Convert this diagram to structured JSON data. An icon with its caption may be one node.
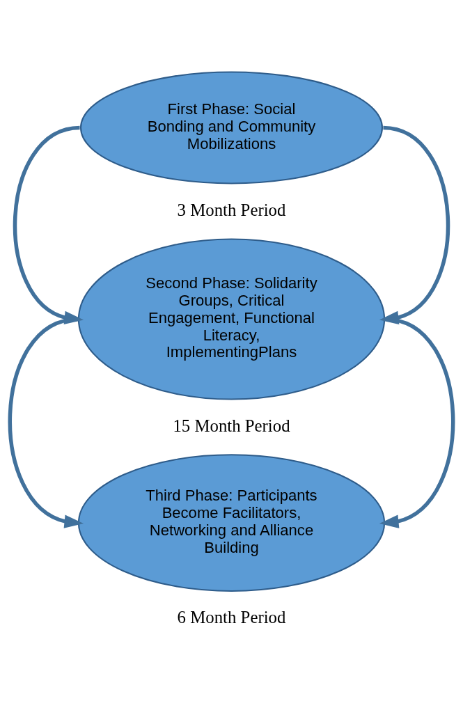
{
  "diagram": {
    "nodes": [
      {
        "text": [
          "First Phase: Social Bonding and Community Mobilizations"
        ],
        "beside": [
          "3 Month Period"
        ]
      },
      {
        "text": [
          "Second Phase: Solidarity Groups, Critical Engagement, Functional Literacy, ImplementingPlans"
        ],
        "beside": [
          "15 Month Period"
        ]
      },
      {
        "text": [
          "Third Phase: Participants Become Facilitators, Networking and Alliance Building"
        ],
        "beside": [
          "6 Month Period"
        ]
      }
    ],
    "edges": [
      {
        "from": 0,
        "to": 1,
        "arrow": "to"
      },
      {
        "from": 0,
        "to": 1,
        "arrow": "to"
      },
      {
        "from": 1,
        "to": 2,
        "arrow": "to"
      },
      {
        "from": 1,
        "to": 2,
        "arrow": "to"
      }
    ]
  }
}
